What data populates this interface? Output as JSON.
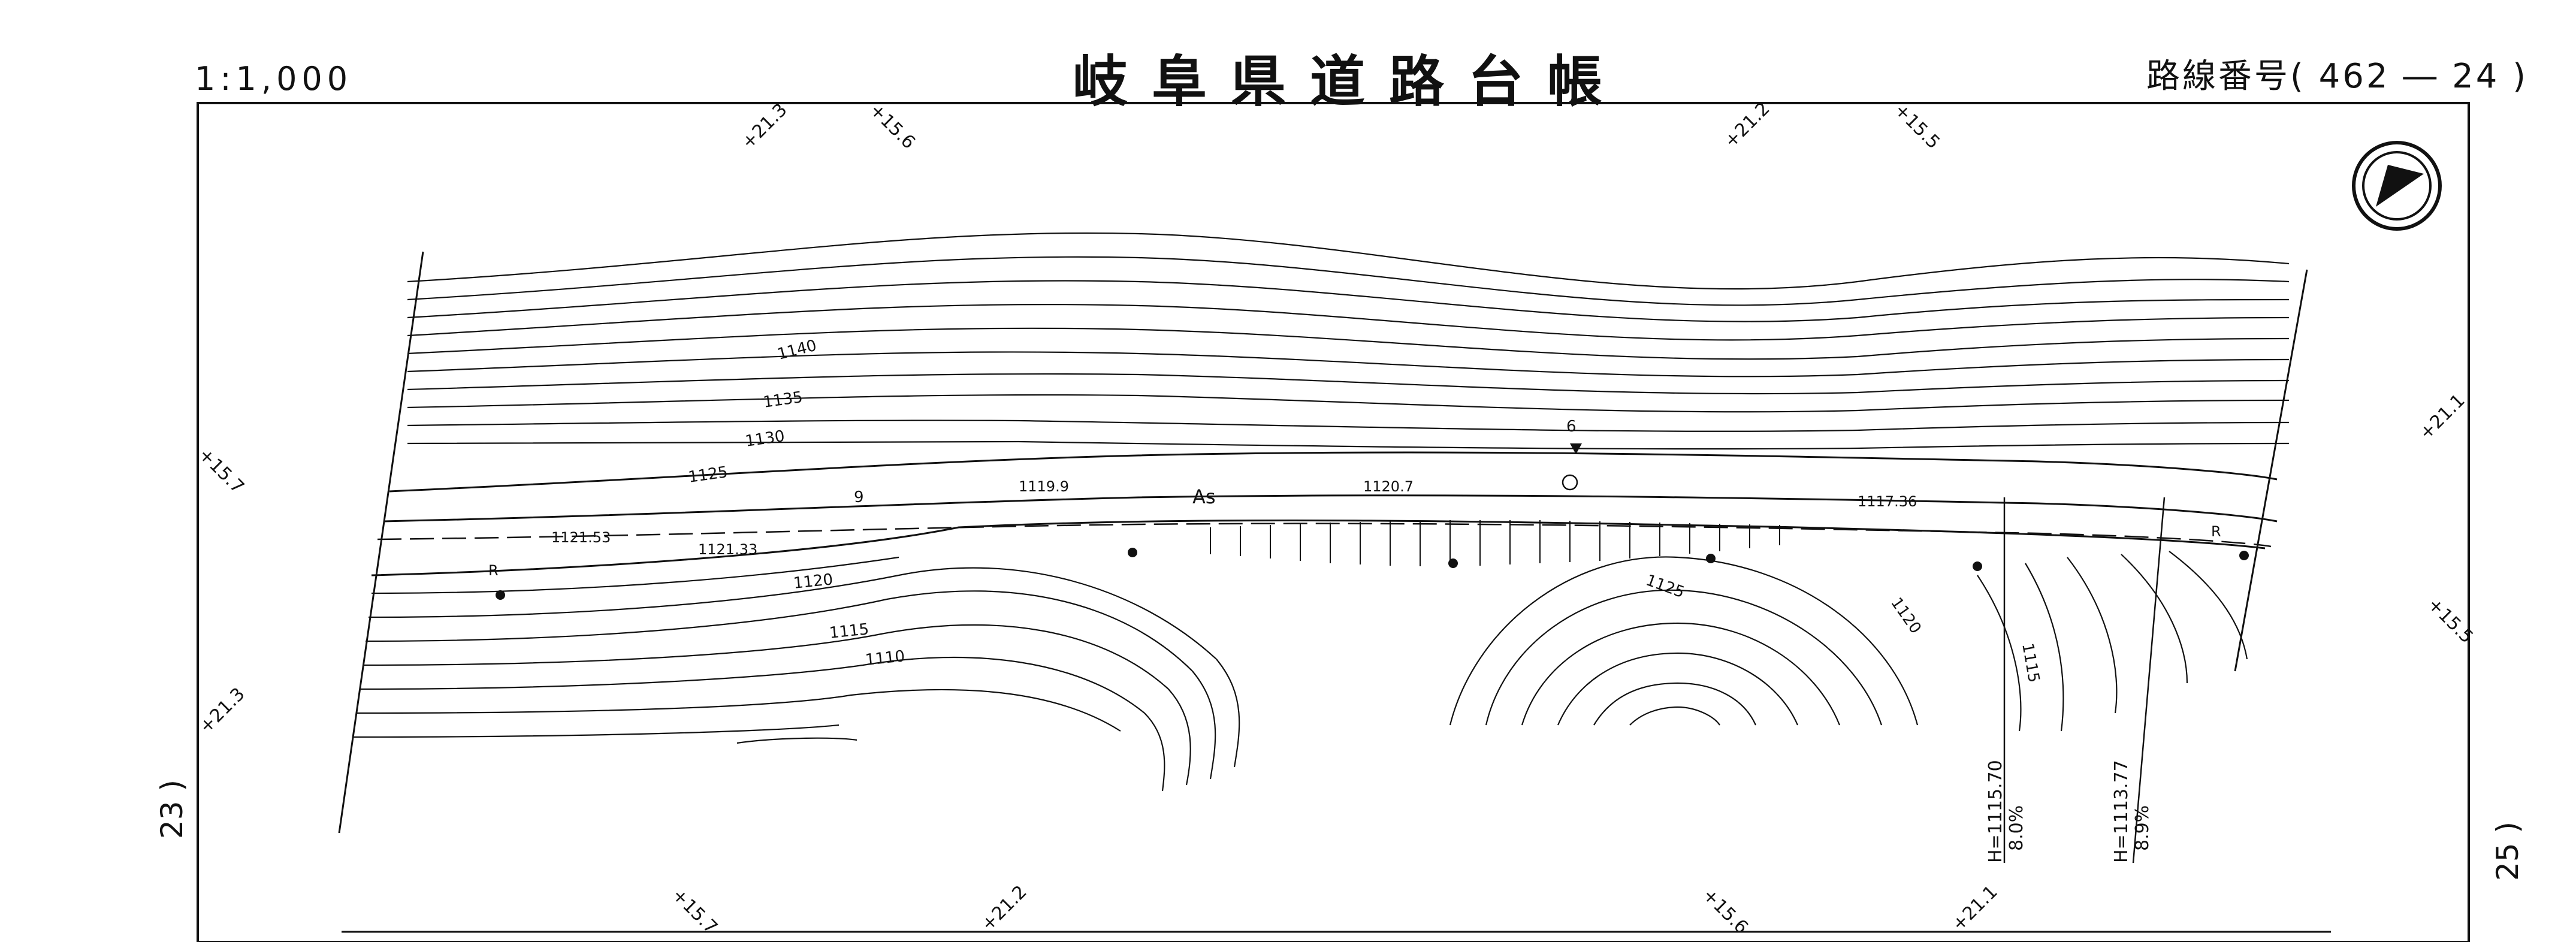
{
  "header": {
    "scale": "1:1,000",
    "title": "岐阜県道路台帳",
    "route_number": "路線番号( 462 ― 24 )"
  },
  "adjacent_sheets": {
    "left": "23 )",
    "right": "25 )"
  },
  "north_arrow": {
    "icon": "north-arrow-icon"
  },
  "map": {
    "contour_labels": [
      "1140",
      "1135",
      "1130",
      "1125",
      "1120",
      "1115",
      "1110",
      "1125",
      "1120",
      "1115"
    ],
    "spot_heights": [
      "1119.9",
      "1120.7",
      "1117.36",
      "1121.53",
      "1121.33"
    ],
    "road_numbers": [
      "9",
      "6"
    ],
    "pavement": "As",
    "markers": [
      "R",
      "R"
    ],
    "grade_notes": [
      {
        "height": "H=1115.70",
        "grade": "8.0%"
      },
      {
        "height": "H=1113.77",
        "grade": "8.9%"
      }
    ],
    "coordinate_ticks": {
      "top": [
        "+21.3",
        "+15.6",
        "+21.2",
        "+15.5"
      ],
      "right": [
        "+21.1",
        "+15.5"
      ],
      "left": [
        "+15.7",
        "+21.3"
      ],
      "bottom": [
        "+15.7",
        "+21.2",
        "+15.6",
        "+21.1"
      ]
    }
  }
}
